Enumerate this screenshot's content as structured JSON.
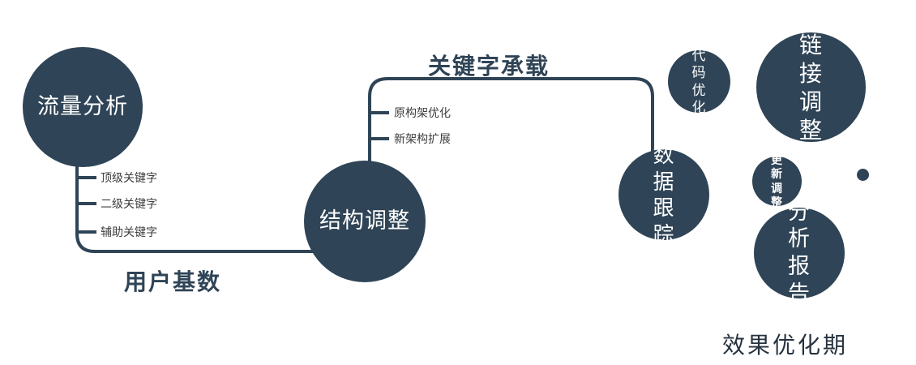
{
  "diagram": {
    "nodes": {
      "traffic": {
        "label": "流量分析"
      },
      "structure": {
        "label": "结构调整"
      },
      "data_tracking": {
        "label": "数据跟踪"
      },
      "code_opt": {
        "label": "代码优化"
      },
      "link_adjust": {
        "label": "链接调整"
      },
      "update_adjust": {
        "label": "更新调整"
      },
      "analysis_report": {
        "label": "分析报告"
      }
    },
    "edge_labels": {
      "user_base": "用户基数",
      "keyword_carry": "关键字承载"
    },
    "ticks_left": [
      "顶级关键字",
      "二级关键字",
      "辅助关键字"
    ],
    "ticks_mid": [
      "原构架优化",
      "新架构扩展"
    ],
    "caption": "效果优化期",
    "colors": {
      "node_fill": "#2f4456",
      "connector": "#2f4456",
      "node_text": "#ffffff",
      "tick_text": "#3d3d3d",
      "caption_text": "#26323e"
    }
  }
}
